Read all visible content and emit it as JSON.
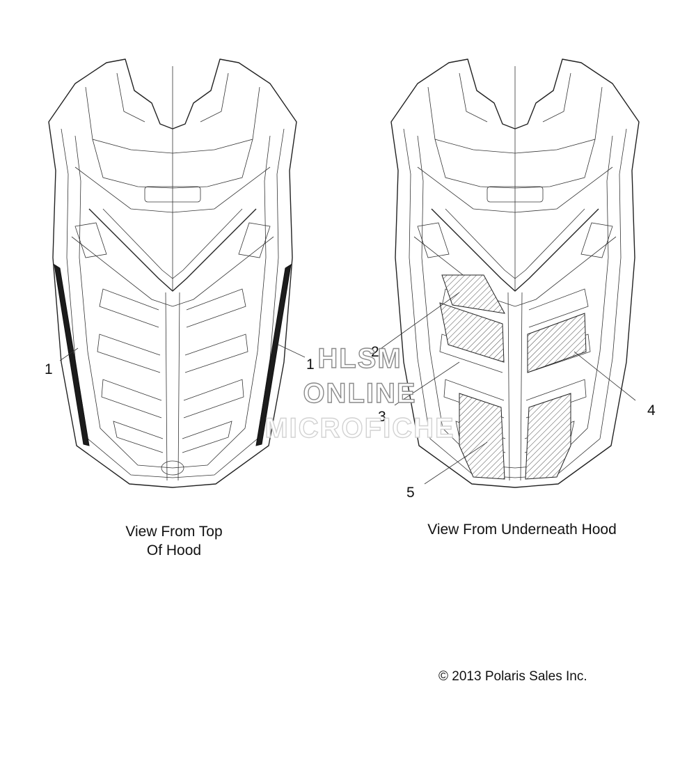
{
  "callouts": {
    "c1_left": "1",
    "c1_right": "1",
    "c2": "2",
    "c3": "3",
    "c4": "4",
    "c5": "5"
  },
  "captions": {
    "top_view_line1": "View From Top",
    "top_view_line2": "Of Hood",
    "under_view": "View From Underneath Hood"
  },
  "watermark": {
    "line1": "HLSM",
    "line2": "ONLINE",
    "line3": "MICROFICHE"
  },
  "copyright": "© 2013 Polaris Sales Inc."
}
